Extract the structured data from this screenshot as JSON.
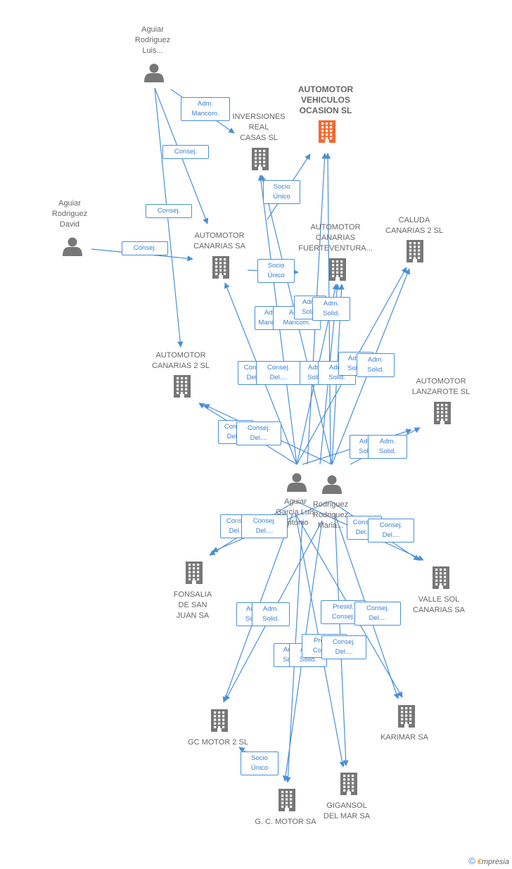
{
  "colors": {
    "edge": "#4a8fd9",
    "icon": "#777777",
    "focus_icon": "#f26a30",
    "label": "#666666"
  },
  "nodes": [
    {
      "id": "aguiar-luis",
      "type": "person",
      "label": "Aguiar\nRodriguez\nLuis..."
    },
    {
      "id": "aguiar-david",
      "type": "person",
      "label": "Aguiar\nRodriguez\nDavid"
    },
    {
      "id": "inversiones",
      "type": "company",
      "label": "INVERSIONES\nREAL\nCASAS SL"
    },
    {
      "id": "automotor-voc",
      "type": "company",
      "focus": true,
      "label": "AUTOMOTOR\nVEHICULOS\nOCASION SL"
    },
    {
      "id": "automotor-can",
      "type": "company",
      "label": "AUTOMOTOR\nCANARIAS SA"
    },
    {
      "id": "automotor-fue",
      "type": "company",
      "label": "AUTOMOTOR\nCANARIAS\nFUERTEVENTURA..."
    },
    {
      "id": "caluda",
      "type": "company",
      "label": "CALUDA\nCANARIAS 2 SL"
    },
    {
      "id": "automotor-can2",
      "type": "company",
      "label": "AUTOMOTOR\nCANARIAS 2 SL"
    },
    {
      "id": "automotor-lanz",
      "type": "company",
      "label": "AUTOMOTOR\nLANZAROTE SL"
    },
    {
      "id": "aguiar-garcia",
      "type": "person",
      "label": "Aguiar\nGarcia Luis\nAntonio"
    },
    {
      "id": "rodriguez-maria",
      "type": "person",
      "label": "Rodriguez\nRodriguez\nMaria..."
    },
    {
      "id": "fonsalia",
      "type": "company",
      "label": "FONSALIA\nDE SAN\nJUAN SA"
    },
    {
      "id": "valle-sol",
      "type": "company",
      "label": "VALLE SOL\nCANARIAS SA"
    },
    {
      "id": "gc-motor2",
      "type": "company",
      "label": "GC MOTOR 2 SL"
    },
    {
      "id": "karimar",
      "type": "company",
      "label": "KARIMAR SA"
    },
    {
      "id": "gc-motor",
      "type": "company",
      "label": "G. C. MOTOR SA"
    },
    {
      "id": "gigansol",
      "type": "company",
      "label": "GIGANSOL\nDEL MAR SA"
    }
  ],
  "edge_labels": [
    "Adm.\nMancom.",
    "Consej.",
    "Consej.",
    "Consej.",
    "Socio\nÚnico",
    "Socio\nÚnico",
    "Adm.\nMancom.",
    "Adm.\nMancom.",
    "Adm.\nSolid.",
    "Adm.\nSolid.",
    "Consej.\nDel....",
    "Consej.\nDel....",
    "Adm.\nSolid.",
    "Adm.\nSolid.",
    "Adm.\nSolid.",
    "Adm.\nSolid.",
    "Consej.\nDel....",
    "Consej.\nDel....",
    "Adm.\nSolid.",
    "Adm.\nSolid.",
    "Consej.\nDel....",
    "Consej.\nDel....",
    "Consej.\nDel....",
    "Consej.\nDel....",
    "Adm.\nSolid.",
    "Adm.\nSolid.",
    "Presid.\nConsej.",
    "Consej.\nDel....",
    "Adm.\nSolid.",
    "Adm.\nSolid.",
    "Presid.\nConsej.",
    "Consej.\nDel....",
    "Socio\nÚnico"
  ],
  "footer": {
    "copyright": "©",
    "brand_e": "€",
    "brand_rest": "mpresia"
  }
}
